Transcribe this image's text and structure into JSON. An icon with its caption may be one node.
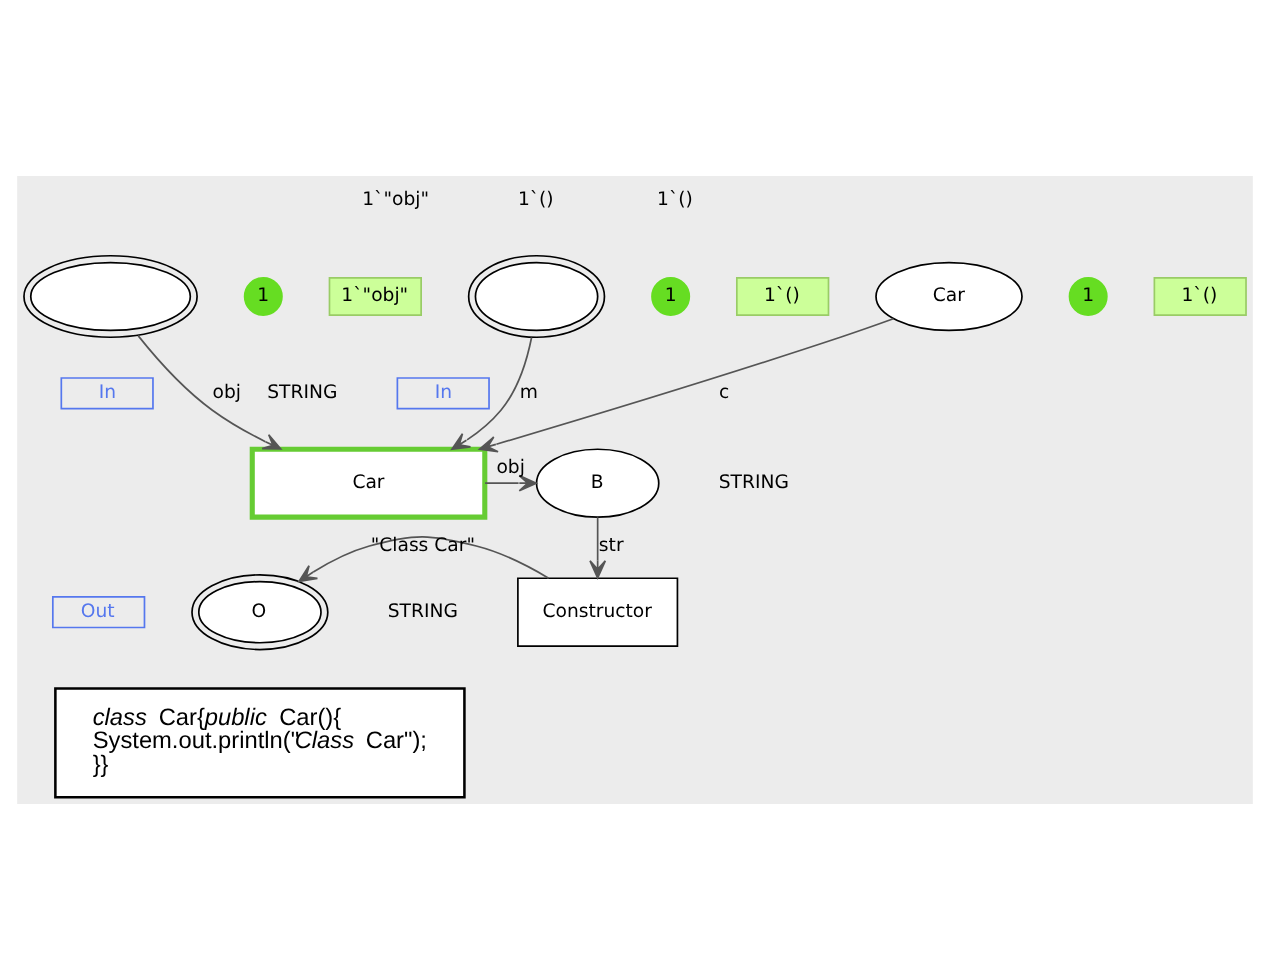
{
  "diagram": {
    "nodes": [
      {
        "text": [],
        "shape": "ellipse"
      },
      {
        "text": [
          "1"
        ]
      },
      {
        "text": [
          "1`\"obj\""
        ]
      },
      {
        "text": [
          "In"
        ]
      },
      {
        "text": [],
        "shape": "ellipse"
      },
      {
        "text": [
          "1"
        ]
      },
      {
        "text": [
          "1`()"
        ]
      },
      {
        "text": [
          "In"
        ]
      },
      {
        "text": [
          "Car"
        ]
      },
      {
        "text": [
          "1"
        ]
      },
      {
        "text": [
          "1`()"
        ]
      },
      {
        "text": [
          "Car"
        ]
      },
      {
        "text": [
          "B"
        ]
      },
      {
        "text": [
          "Constructor"
        ]
      },
      {
        "text": [
          "Out"
        ]
      },
      {
        "text": [
          "O"
        ]
      },
      {
        "text": [
          "*class* Car{*public* Car(){",
          "System.out.println(\"*Class* Car\");",
          "}}"
        ]
      }
    ],
    "edges": [
      {
        "from": 0,
        "to": 11,
        "arrow": "to",
        "label": "obj"
      },
      {
        "from": 4,
        "to": 11,
        "arrow": "to",
        "label": "m"
      },
      {
        "from": 8,
        "to": 11,
        "arrow": "to",
        "label": "c"
      },
      {
        "from": 11,
        "to": 12,
        "arrow": "to",
        "label": "obj"
      },
      {
        "from": 12,
        "to": 13,
        "arrow": "to",
        "label": "str"
      },
      {
        "from": 13,
        "to": 15,
        "arrow": "to",
        "label": "\"Class Car\""
      }
    ],
    "labels": [
      "1`\"obj\"",
      "1`()",
      "1`()",
      "STRING",
      "STRING",
      "STRING"
    ]
  }
}
